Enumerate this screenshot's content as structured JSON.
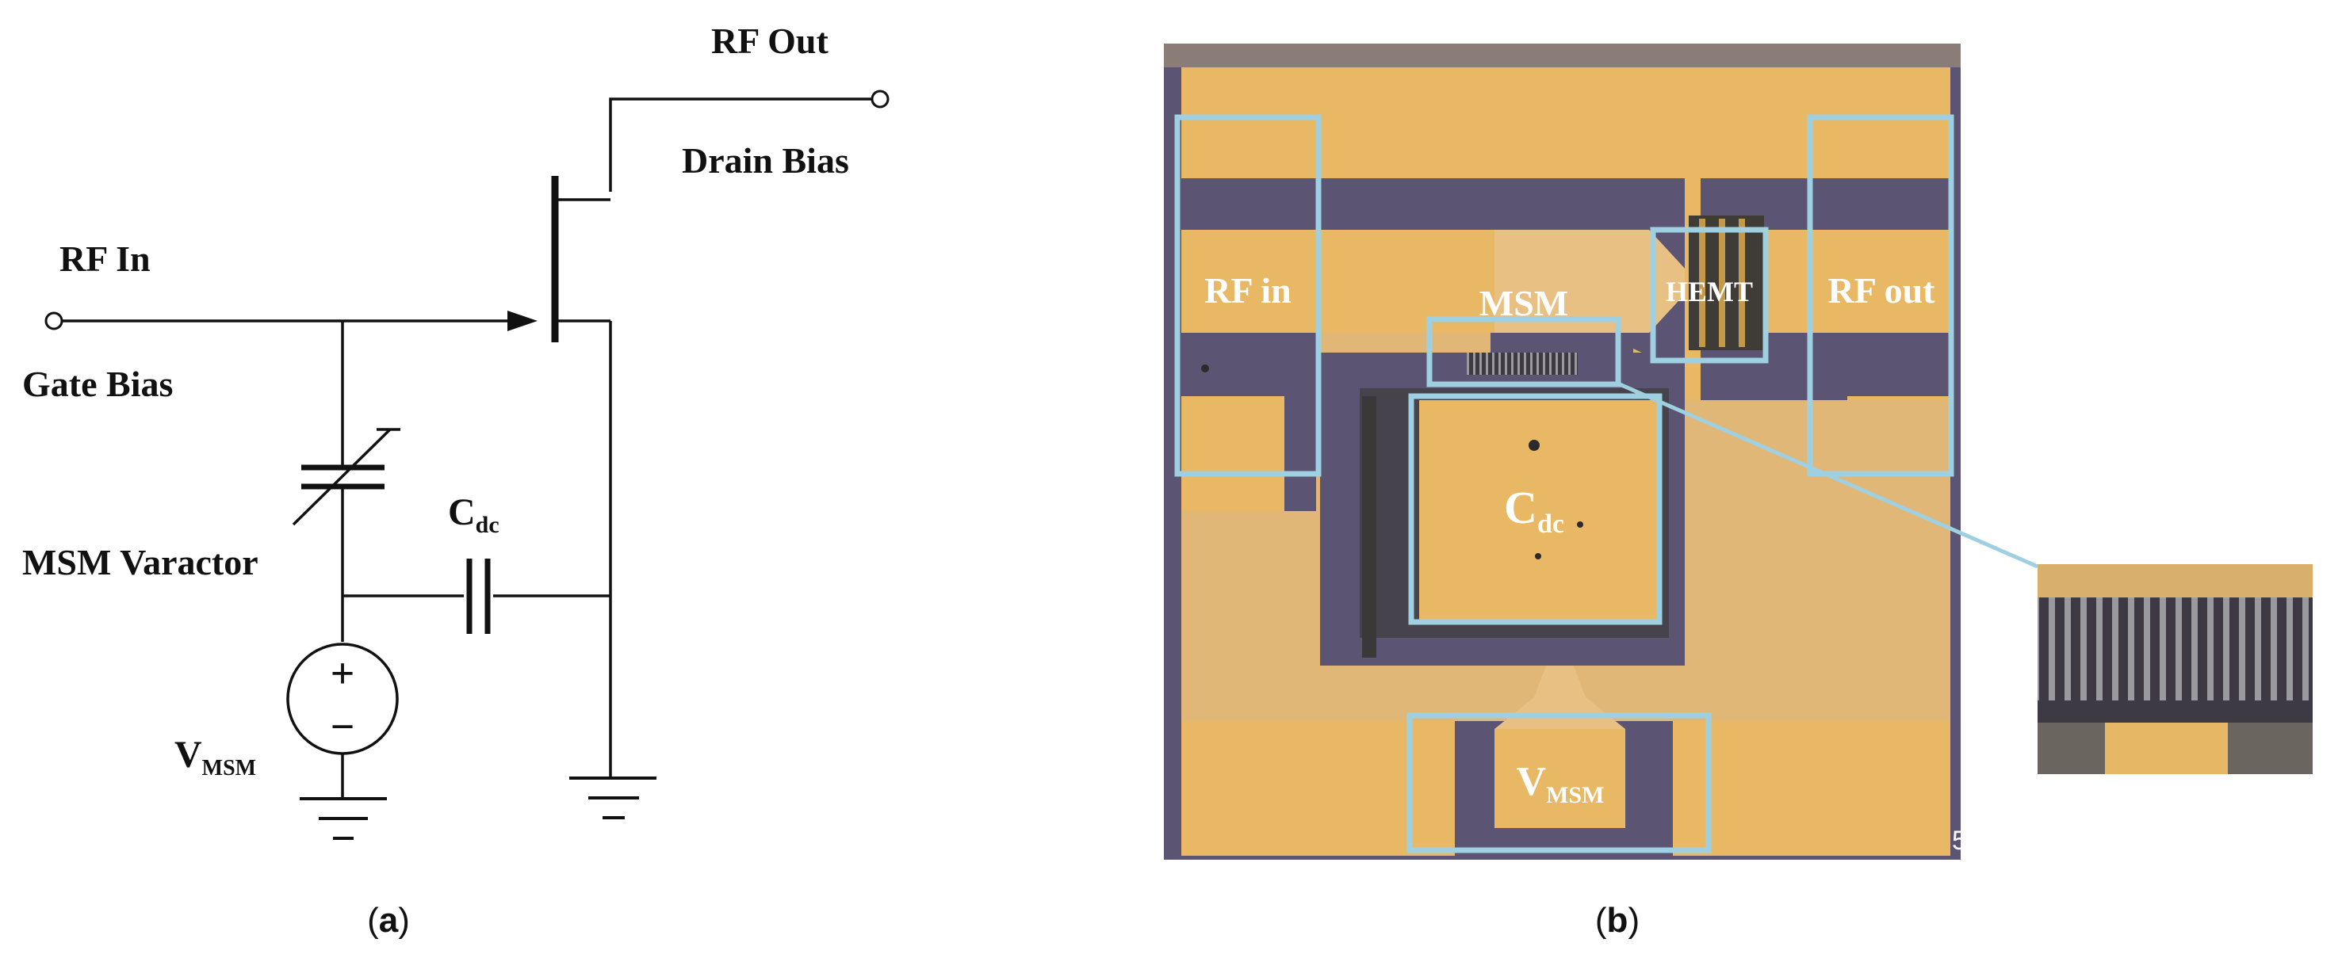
{
  "panel_a": {
    "caption_open": "(",
    "caption_letter": "a",
    "caption_close": ")",
    "labels": {
      "rf_out": "RF Out",
      "drain_bias": "Drain Bias",
      "rf_in": "RF In",
      "gate_bias": "Gate Bias",
      "varactor": "MSM Varactor",
      "cap_main": "C",
      "cap_sub": "dc",
      "vsource_main": "V",
      "vsource_sub": "MSM",
      "plus": "+",
      "minus": "−"
    }
  },
  "panel_b": {
    "caption_open": "(",
    "caption_letter": "b",
    "caption_close": ")",
    "regions": {
      "rf_in": "RF in",
      "msm": "MSM",
      "hemt": "HEMT",
      "rf_out": "RF out",
      "cdc_main": "C",
      "cdc_sub": "dc",
      "vmsm_main": "V",
      "vmsm_sub": "MSM"
    },
    "corner_mark": "5",
    "colors": {
      "gold": "#e8b864",
      "dark": "#5b5573",
      "highlight": "#9ed0e2"
    }
  }
}
